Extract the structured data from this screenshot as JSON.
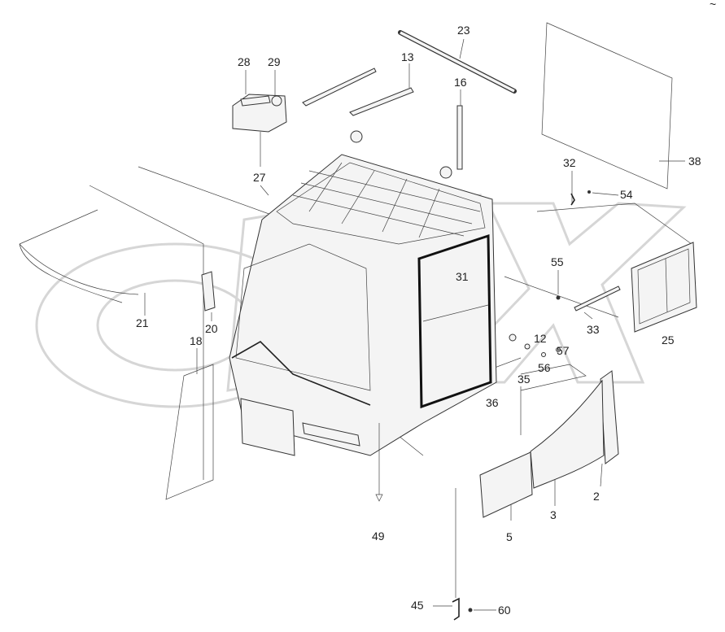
{
  "header": {
    "corner_mark": "~"
  },
  "watermark": {
    "text": "OPEX"
  },
  "labels": {
    "p23": "23",
    "p13": "13",
    "p28": "28",
    "p29": "29",
    "p16": "16",
    "p38": "38",
    "p27": "27",
    "p32": "32",
    "p54": "54",
    "p55": "55",
    "p31": "31",
    "p21": "21",
    "p20": "20",
    "p18": "18",
    "p33": "33",
    "p25": "25",
    "p12": "12",
    "p57": "57",
    "p56": "56",
    "p35": "35",
    "p36": "36",
    "p2": "2",
    "p3": "3",
    "p5": "5",
    "p49": "49",
    "p45": "45",
    "p60": "60"
  }
}
